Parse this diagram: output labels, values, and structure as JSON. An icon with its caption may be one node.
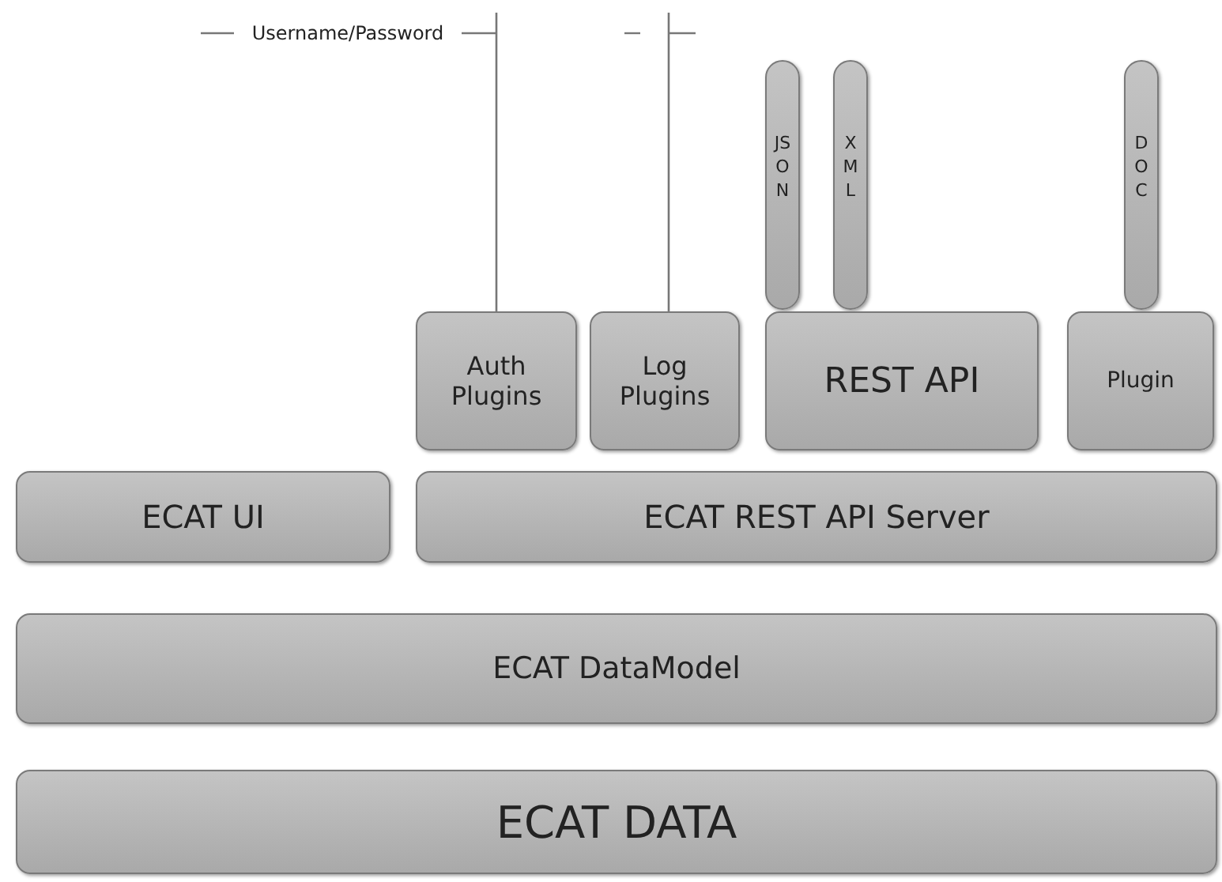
{
  "diagram": {
    "nodes": [
      {
        "text": [
          "Username/Password"
        ]
      },
      {
        "text": [
          "Auth Plugins"
        ]
      },
      {
        "text": [
          "Log Plugins"
        ]
      },
      {
        "text": [
          "JSON"
        ]
      },
      {
        "text": [
          "XML"
        ]
      },
      {
        "text": [
          "REST API"
        ]
      },
      {
        "text": [
          "DOC"
        ]
      },
      {
        "text": [
          "Plugin"
        ]
      },
      {
        "text": [
          "ECAT UI"
        ]
      },
      {
        "text": [
          "ECAT REST API Server"
        ]
      },
      {
        "text": [
          "ECAT DataModel"
        ]
      },
      {
        "text": [
          "ECAT DATA"
        ]
      }
    ],
    "edges": [
      {
        "from": 0,
        "to": 1,
        "arrow": "none"
      },
      {
        "from": null,
        "to": 2,
        "arrow": "none"
      }
    ]
  }
}
